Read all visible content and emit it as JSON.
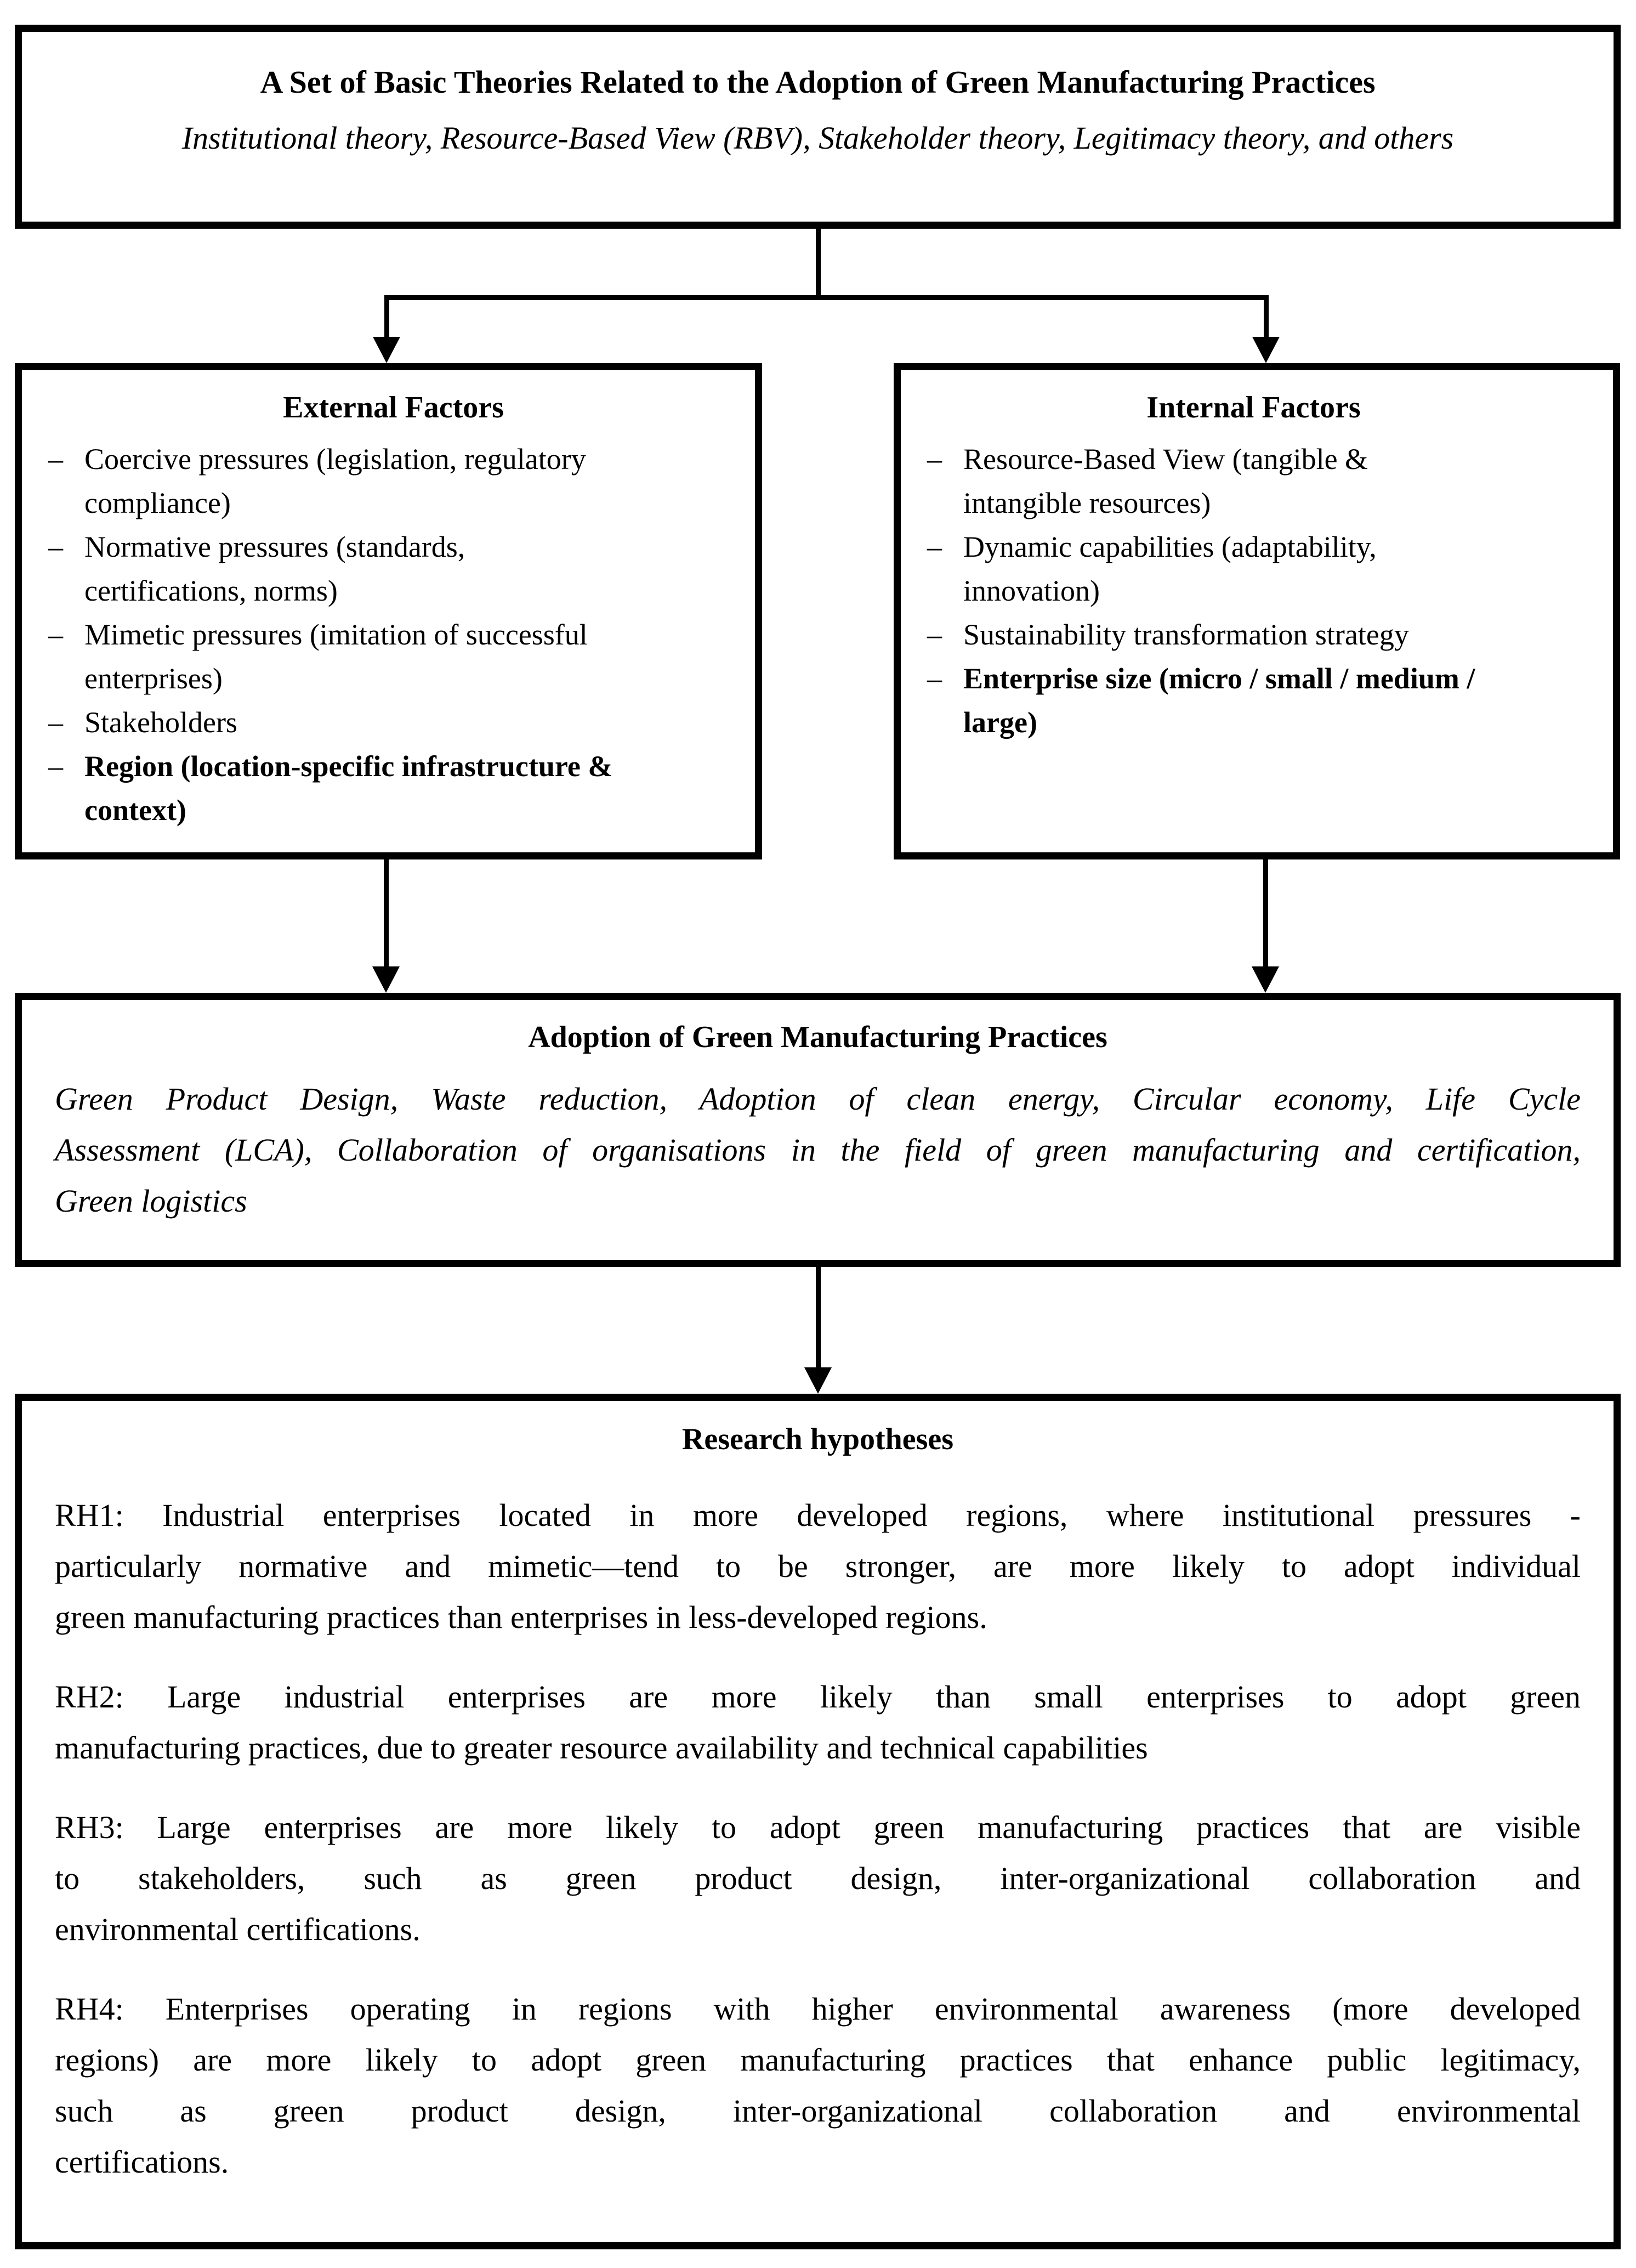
{
  "figure": {
    "bullet": "–",
    "colors": {
      "ink": "#000000",
      "background": "#ffffff"
    },
    "theories_box": {
      "title": "A Set of Basic Theories Related to the Adoption of Green Manufacturing Practices",
      "subtitle": "Institutional theory, Resource-Based View (RBV), Stakeholder theory, Legitimacy theory, and others"
    },
    "external_box": {
      "title": "External Factors",
      "items": [
        {
          "text": "Coercive pressures (legislation, regulatory\ncompliance)",
          "bold": false
        },
        {
          "text": "Normative pressures (standards,\ncertifications, norms)",
          "bold": false
        },
        {
          "text": "Mimetic pressures (imitation of successful\nenterprises)",
          "bold": false
        },
        {
          "text": "Stakeholders",
          "bold": false
        },
        {
          "text": "Region (location-specific infrastructure &\ncontext)",
          "bold": true
        }
      ]
    },
    "internal_box": {
      "title": "Internal Factors",
      "items": [
        {
          "text": "Resource-Based View (tangible &\nintangible resources)",
          "bold": false
        },
        {
          "text": "Dynamic capabilities (adaptability,\ninnovation)",
          "bold": false
        },
        {
          "text": "Sustainability transformation strategy",
          "bold": false
        },
        {
          "text": "Enterprise size (micro / small / medium /\nlarge)",
          "bold": true
        }
      ]
    },
    "adoption_box": {
      "title": "Adoption of Green Manufacturing Practices",
      "lines": [
        "Green Product Design, Waste reduction, Adoption of clean energy, Circular economy, Life Cycle",
        "Assessment (LCA), Collaboration of organisations in the field of green manufacturing and certification,",
        "Green logistics"
      ]
    },
    "research_box": {
      "title": "Research hypotheses",
      "hypotheses": [
        {
          "lines": [
            "RH1: Industrial enterprises located in more developed regions, where institutional pressures -",
            "particularly normative and mimetic—tend to be stronger, are more likely to adopt individual",
            "green manufacturing practices than enterprises in less-developed regions."
          ]
        },
        {
          "lines": [
            "RH2: Large industrial enterprises are more likely than small enterprises to adopt green",
            "manufacturing practices, due to greater resource availability and technical capabilities"
          ]
        },
        {
          "lines": [
            "RH3: Large enterprises are more likely to adopt green manufacturing practices that are visible",
            "to stakeholders, such as green product design, inter-organizational collaboration and",
            "environmental certifications."
          ]
        },
        {
          "lines": [
            "RH4: Enterprises operating in regions with higher environmental awareness (more developed",
            "regions) are more likely to adopt green manufacturing practices that enhance public legitimacy,",
            "such as green product design, inter-organizational collaboration and environmental",
            "certifications."
          ]
        }
      ]
    }
  }
}
